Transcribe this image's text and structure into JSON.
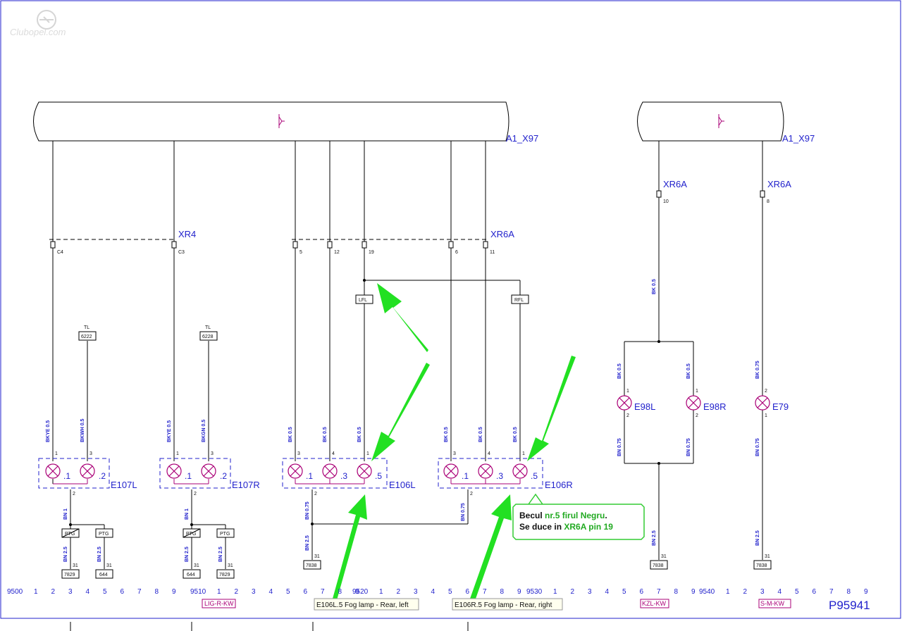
{
  "watermark": "Clubopel.com",
  "drawing_number": "P95941",
  "connectors": {
    "a1_left": "A1_X97",
    "a1_right": "A1_X97",
    "xr4": "XR4",
    "xr6a_mid": "XR6A",
    "xr6a_r1": "XR6A",
    "xr6a_r2": "XR6A"
  },
  "pins": [
    "C4",
    "C3",
    "5",
    "12",
    "19",
    "6",
    "11",
    "10",
    "8"
  ],
  "lamp_groups": {
    "e107l": {
      "label": "E107L",
      "sub1": ".1",
      "sub2": ".2",
      "pin1": "1",
      "pin2": "3",
      "pin3": "2"
    },
    "e107r": {
      "label": "E107R",
      "sub1": ".1",
      "sub2": ".2",
      "pin1": "1",
      "pin2": "3",
      "pin3": "2"
    },
    "e106l": {
      "label": "E106L",
      "sub1": ".1",
      "sub2": ".3",
      "sub3": ".5",
      "pin1": "3",
      "pin2": "4",
      "pin3": "1",
      "pin4": "2"
    },
    "e106r": {
      "label": "E106R",
      "sub1": ".1",
      "sub2": ".3",
      "sub3": ".5",
      "pin1": "3",
      "pin2": "4",
      "pin3": "1",
      "pin4": "2"
    }
  },
  "single_lamps": {
    "e98l": {
      "label": "E98L",
      "pin_top": "1",
      "pin_bot": "2"
    },
    "e98r": {
      "label": "E98R",
      "pin_top": "1",
      "pin_bot": "2"
    },
    "e79": {
      "label": "E79",
      "pin_top": "2",
      "pin_bot": "1"
    }
  },
  "wire_labels": {
    "w_bkye1": "BKYE 0.5",
    "w_bkwh": "BKWH 0.5",
    "w_bkye2": "BKYE 0.5",
    "w_bkgn": "BKGN 0.5",
    "w_bk1": "BK 0.5",
    "w_bk2": "BK 0.5",
    "w_bk3": "BK 0.5",
    "w_bk4": "BK 0.5",
    "w_bk5": "BK 0.5",
    "w_bk6": "BK 0.5",
    "w_bk_e98": "BK 0.5",
    "w_bk_e98l": "BK 0.5",
    "w_bk_e98r": "BK 0.5",
    "w_bk075": "BK 0.75",
    "w_bn075_e98l": "BN 0.75",
    "w_bn075_e98r": "BN 0.75",
    "w_bn075_e79": "BN 0.75",
    "w_bn25_e98": "BN 2.5",
    "w_bn25_e79": "BN 2.5",
    "w_bn1_l": "BN 1",
    "w_bn1_r": "BN 1",
    "w_bn25_a": "BN 2.5",
    "w_bn25_b": "BN 2.5",
    "w_bn25_c": "BN 2.5",
    "w_bn25_d": "BN 2.5",
    "w_bn075_l": "BN 0.75",
    "w_bn075_r": "BN 0.75",
    "w_bn25_mid": "BN 2.5"
  },
  "boxes": {
    "tl1_tag": "TL",
    "tl1": "6222",
    "tl2_tag": "TL",
    "tl2": "6228",
    "lfl": "LFL",
    "rfl": "RFL",
    "ptg1": "PTG",
    "ptg2": "PTG",
    "ptg3": "PTG",
    "ptg4": "PTG",
    "g1": "7829",
    "g2": "644",
    "g3": "644",
    "g4": "7829",
    "g5": "7838",
    "g6": "7838",
    "g7": "7838",
    "pin31_1": "31",
    "pin31_2": "31",
    "pin31_3": "31",
    "pin31_4": "31",
    "pin31_5": "31",
    "pin31_6": "31",
    "pin31_7": "31"
  },
  "callout": {
    "line1_a": "Becul ",
    "line1_b": "nr.5 firul Negru",
    "line1_c": ".",
    "line2_a": "Se duce in ",
    "line2_b": "XR6A pin 19"
  },
  "colors": {
    "arrow": "#22dd22",
    "callout_border": "#33cc33",
    "callout_highlight": "#22aa22"
  },
  "grid_ruler": [
    "9500",
    "1",
    "2",
    "3",
    "4",
    "5",
    "6",
    "7",
    "8",
    "9",
    "9510",
    "1",
    "2",
    "3",
    "4",
    "5",
    "6",
    "7",
    "8",
    "9",
    "9520",
    "1",
    "2",
    "3",
    "4",
    "5",
    "6",
    "7",
    "8",
    "9",
    "9530",
    "1",
    "2",
    "3",
    "4",
    "5",
    "6",
    "7",
    "8",
    "9",
    "9540",
    "1",
    "2",
    "3",
    "4",
    "5",
    "6",
    "7",
    "8",
    "9"
  ],
  "ruler_tags": {
    "lig": "LIG-R-KW",
    "kzl": "KZL-KW",
    "sm": "S-M-KW"
  },
  "footnotes": {
    "left": "E106L.5 Fog lamp - Rear, left",
    "right": "E106R.5 Fog lamp - Rear, right"
  }
}
